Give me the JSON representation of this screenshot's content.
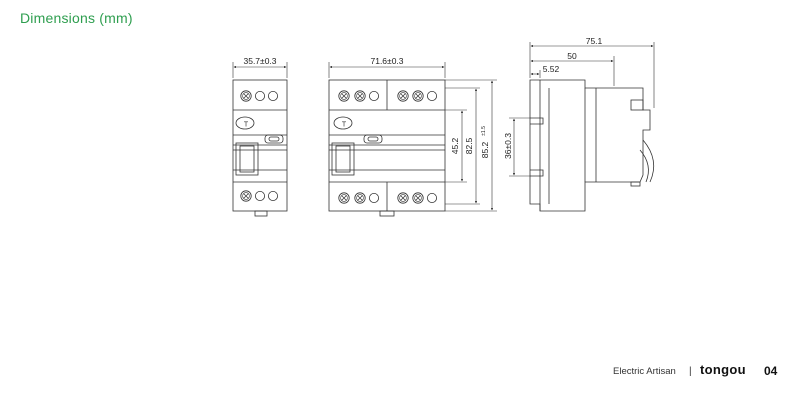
{
  "header": {
    "title": "Dimensions (mm)"
  },
  "drawings": {
    "front_2p": {
      "width_label": "35.7±0.3"
    },
    "front_4p": {
      "width_label": "71.6±0.3",
      "height_inner": "45.2",
      "height_mid": "82.5",
      "height_outer": "85.2",
      "height_outer_tol": "±1.5"
    },
    "side": {
      "depth_total": "75.1",
      "depth_mid": "50",
      "depth_small": "5.52",
      "rail_height": "36±0.3"
    }
  },
  "footer": {
    "brand": "Electric Artisan",
    "separator": "|",
    "logo_text": "tongou",
    "page_number": "04"
  },
  "colors": {
    "accent": "#2e9e4f",
    "line": "#333333"
  }
}
